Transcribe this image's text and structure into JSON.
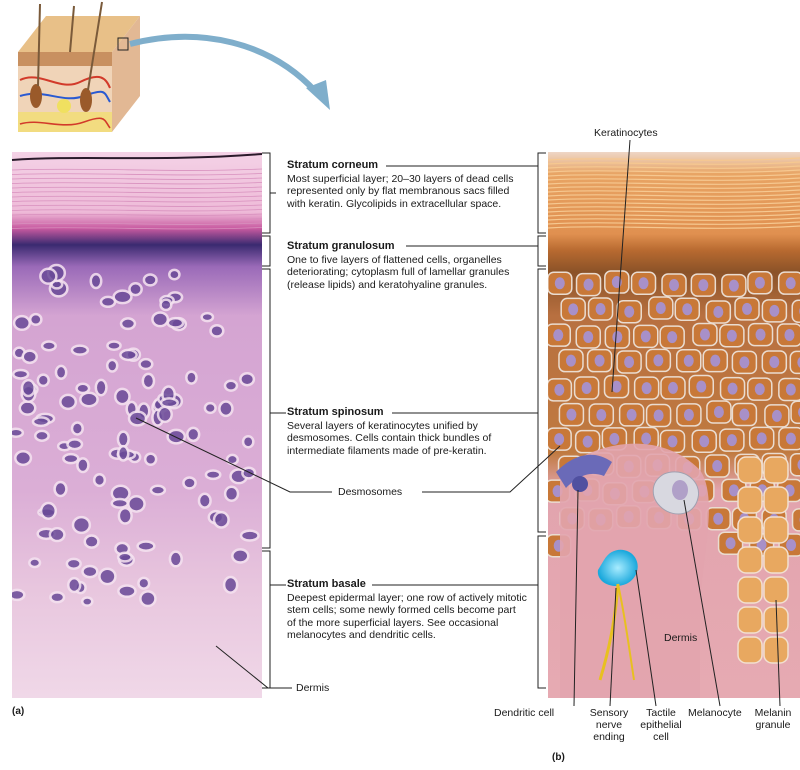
{
  "panel_labels": {
    "a": "(a)",
    "b": "(b)"
  },
  "layers": [
    {
      "title": "Stratum corneum",
      "description": "Most superficial layer; 20–30 layers of dead cells represented only by flat membranous sacs filled with keratin. Glycolipids in extracellular space."
    },
    {
      "title": "Stratum granulosum",
      "description": "One to five layers of flattened cells, organelles deteriorating; cytoplasm full of lamellar granules (release lipids) and keratohyaline granules."
    },
    {
      "title": "Stratum spinosum",
      "description": "Several layers of keratinocytes unified by desmosomes. Cells contain thick bundles of intermediate filaments made of pre-keratin."
    },
    {
      "title": "Stratum basale",
      "description": "Deepest epidermal layer; one row of actively mitotic stem cells; some newly formed cells become part of the more superficial layers. See occasional melanocytes and dendritic cells."
    }
  ],
  "labels": {
    "keratinocytes": "Keratinocytes",
    "desmosomes": "Desmosomes",
    "dermis_a": "Dermis",
    "dermis_b": "Dermis",
    "dendritic_cell": "Dendritic cell",
    "sensory_nerve_ending": "Sensory nerve ending",
    "tactile_epithelial_cell": "Tactile epithelial cell",
    "melanocyte": "Melanocyte",
    "melanin_granule": "Melanin granule"
  },
  "colors": {
    "corneum_micro": "#f0c4de",
    "granulosum_micro": "#3a2a70",
    "spinosum_micro": "#d6a6d4",
    "nucleus_micro": "#6a4a98",
    "corneum_art": "#e8a060",
    "keratinocyte_art": "#c87838",
    "cell_nucleus_art": "#a890c8",
    "dermis_art": "#e2a4ae",
    "melanocyte_art": "#6a6ab8",
    "tactile_cell_art": "#40c0e8",
    "nerve_art": "#e8c020",
    "arrow": "#7faecb"
  }
}
